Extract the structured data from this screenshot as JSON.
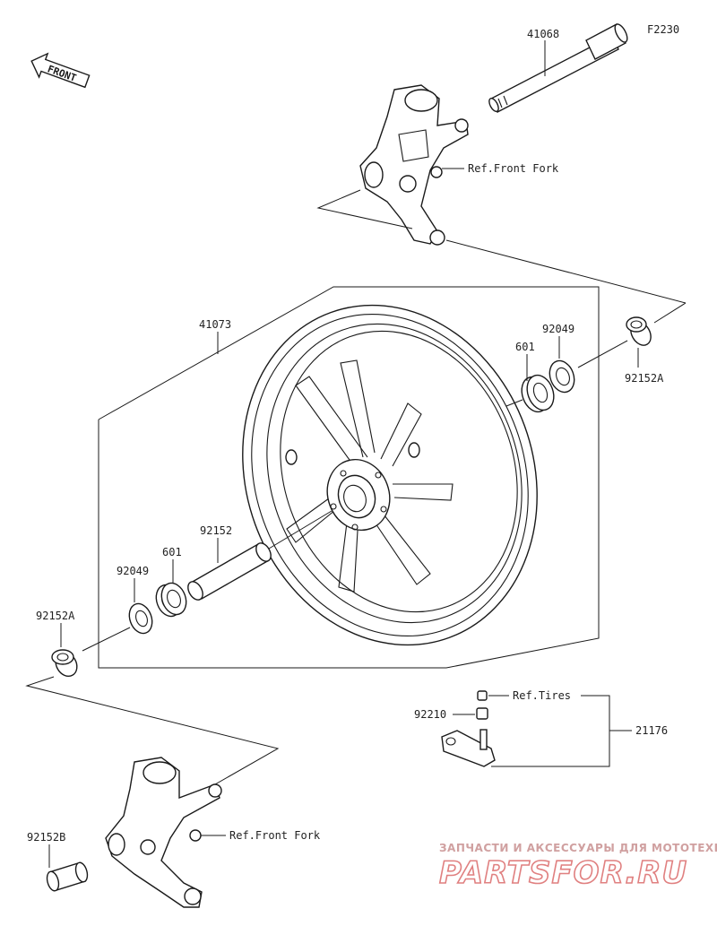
{
  "figure_id": "F2230",
  "front_badge": "FRONT",
  "parts": {
    "axle": "41068",
    "wheel": "41073",
    "collar_right": "92152A",
    "collar_left": "92152A",
    "collar_lower": "92152B",
    "oil_seal_right": "92049",
    "oil_seal_left": "92049",
    "bearing_right": "601",
    "bearing_left": "601",
    "spacer": "92152",
    "valve_cap": "92210",
    "valve_assy": "21176"
  },
  "refs": {
    "front_fork_upper": "Ref.Front Fork",
    "front_fork_lower": "Ref.Front Fork",
    "tires": "Ref.Tires"
  },
  "watermark": {
    "line1": "ЗАПЧАСТИ И АКСЕССУАРЫ ДЛЯ МОТОТЕХНИКИ",
    "line2": "PARTSFOR.RU"
  }
}
